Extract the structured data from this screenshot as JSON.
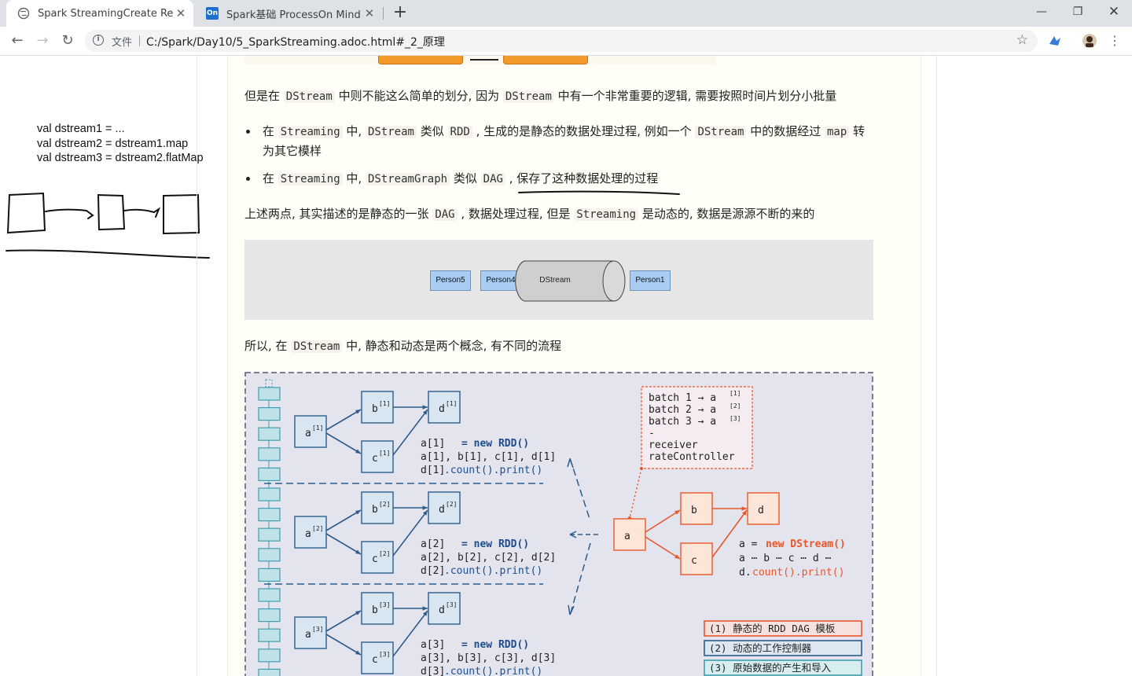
{
  "browser": {
    "tabs": [
      {
        "title": "Spark StreamingCreate Reposi",
        "favicon": "globe-icon",
        "active": true
      },
      {
        "title": "Spark基础 ProcessOn Mind",
        "favicon": "processon-icon",
        "favicon_text": "On",
        "active": false
      }
    ],
    "address": {
      "scheme_label": "文件",
      "url": "C:/Spark/Day10/5_SparkStreaming.adoc.html#_2_原理"
    }
  },
  "sidebar_note": {
    "lines": [
      "val dstream1 = ...",
      "val dstream2 = dstream1.map",
      "val dstream3 = dstream2.flatMap"
    ]
  },
  "doc": {
    "para1": {
      "t1": "但是在 ",
      "c1": "DStream",
      "t2": " 中则不能这么简单的划分, 因为 ",
      "c2": "DStream",
      "t3": " 中有一个非常重要的逻辑, 需要按照时间片划分小批量"
    },
    "bullet1": {
      "t1": "在 ",
      "c1": "Streaming",
      "t2": " 中, ",
      "c2": "DStream",
      "t3": " 类似 ",
      "c3": "RDD",
      "t4": " , 生成的是静态的数据处理过程, 例如一个 ",
      "c4": "DStream",
      "t5": " 中的数据经过 ",
      "c5": "map",
      "t6": " 转",
      "line2": "为其它模样"
    },
    "bullet2": {
      "t1": "在 ",
      "c1": "Streaming",
      "t2": " 中, ",
      "c2": "DStreamGraph",
      "t3": " 类似 ",
      "c3": "DAG",
      "t4": " , 保存了这种数据处理的过程"
    },
    "para2": {
      "t1": "上述两点, 其实描述的是静态的一张 ",
      "c1": "DAG",
      "t2": " , 数据处理过程, 但是 ",
      "c2": "Streaming",
      "t3": " 是动态的, 数据是源源不断的来的"
    },
    "figure1": {
      "boxes": [
        "Person5",
        "Person4",
        "Person1"
      ],
      "cylinder_label": "DStream"
    },
    "para3": {
      "t1": "所以, 在 ",
      "c1": "DStream",
      "t2": " 中, 静态和动态是两个概念, 有不同的流程"
    },
    "figure2": {
      "batches": [
        {
          "a": "a",
          "b": "b",
          "c": "c",
          "d": "d",
          "sup": "[1]"
        },
        {
          "a": "a",
          "b": "b",
          "c": "c",
          "d": "d",
          "sup": "[2]"
        },
        {
          "a": "a",
          "b": "b",
          "c": "c",
          "d": "d",
          "sup": "[3]"
        }
      ],
      "code_new": "= new RDD()",
      "code_count": ".count().print()",
      "batch_box": [
        "batch 1 → a",
        "batch 2 → a",
        "batch 3 → a",
        "-",
        "receiver",
        "rateController"
      ],
      "dyn_nodes": [
        "a",
        "b",
        "c",
        "d"
      ],
      "dyn_code": [
        "a = ",
        "new DStream()",
        "a ⋯ b ⋯ c ⋯ d ⋯",
        "d.",
        "count().print()"
      ],
      "legend": [
        "(1) 静态的 RDD DAG 模板",
        "(2) 动态的工作控制器",
        "(3) 原始数据的产生和导入"
      ],
      "colors": {
        "blue": "#2e5c8a",
        "orange": "#e8572a",
        "bg": "#e4e4ef",
        "teal": "#3f9fb0"
      }
    }
  }
}
